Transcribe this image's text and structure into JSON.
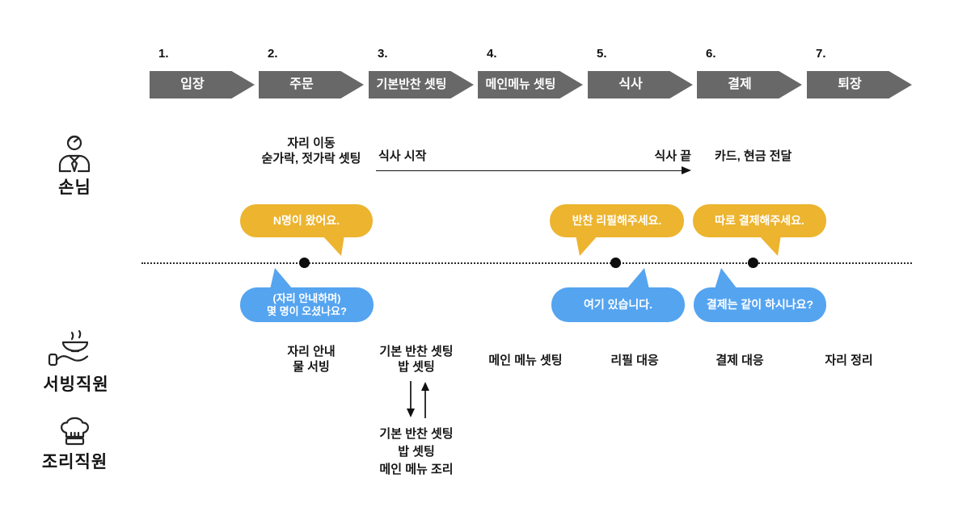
{
  "steps": [
    {
      "number": "1.",
      "label": "입장"
    },
    {
      "number": "2.",
      "label": "주문"
    },
    {
      "number": "3.",
      "label": "기본반찬 셋팅"
    },
    {
      "number": "4.",
      "label": "메인메뉴 셋팅"
    },
    {
      "number": "5.",
      "label": "식사"
    },
    {
      "number": "6.",
      "label": "결제"
    },
    {
      "number": "7.",
      "label": "퇴장"
    }
  ],
  "actors": {
    "customer": {
      "label": "손님",
      "icon": "customer-person-icon"
    },
    "server": {
      "label": "서빙직원",
      "icon": "serving-hand-bowl-icon"
    },
    "cook": {
      "label": "조리직원",
      "icon": "chef-hat-icon"
    }
  },
  "customer_lane": {
    "seat_note": "자리 이동\n숟가락, 젓가락 셋팅",
    "meal_start": "식사 시작",
    "meal_end": "식사 끝",
    "payment_note": "카드, 현금 전달",
    "bubbles": [
      "N명이 왔어요.",
      "반찬 리필해주세요.",
      "따로 결제해주세요."
    ]
  },
  "server_lane": {
    "bubbles": [
      "(자리 안내하며)\n몇 명이 오셨나요?",
      "여기 있습니다.",
      "결제는 같이 하시나요?"
    ],
    "tasks": [
      "자리 안내\n물 서빙",
      "기본 반찬 셋팅\n밥 셋팅",
      "메인 메뉴 셋팅",
      "리필 대응",
      "결제 대응",
      "자리 정리"
    ]
  },
  "cook_lane": {
    "tasks": [
      "기본 반찬 셋팅\n밥 셋팅\n메인 메뉴 조리"
    ]
  },
  "colors": {
    "step_arrow": "#686868",
    "customer_bubble": "#ECB42F",
    "staff_bubble": "#55A4F0",
    "timeline_dot": "#0D0D0D",
    "text": "#1B1B1B"
  }
}
